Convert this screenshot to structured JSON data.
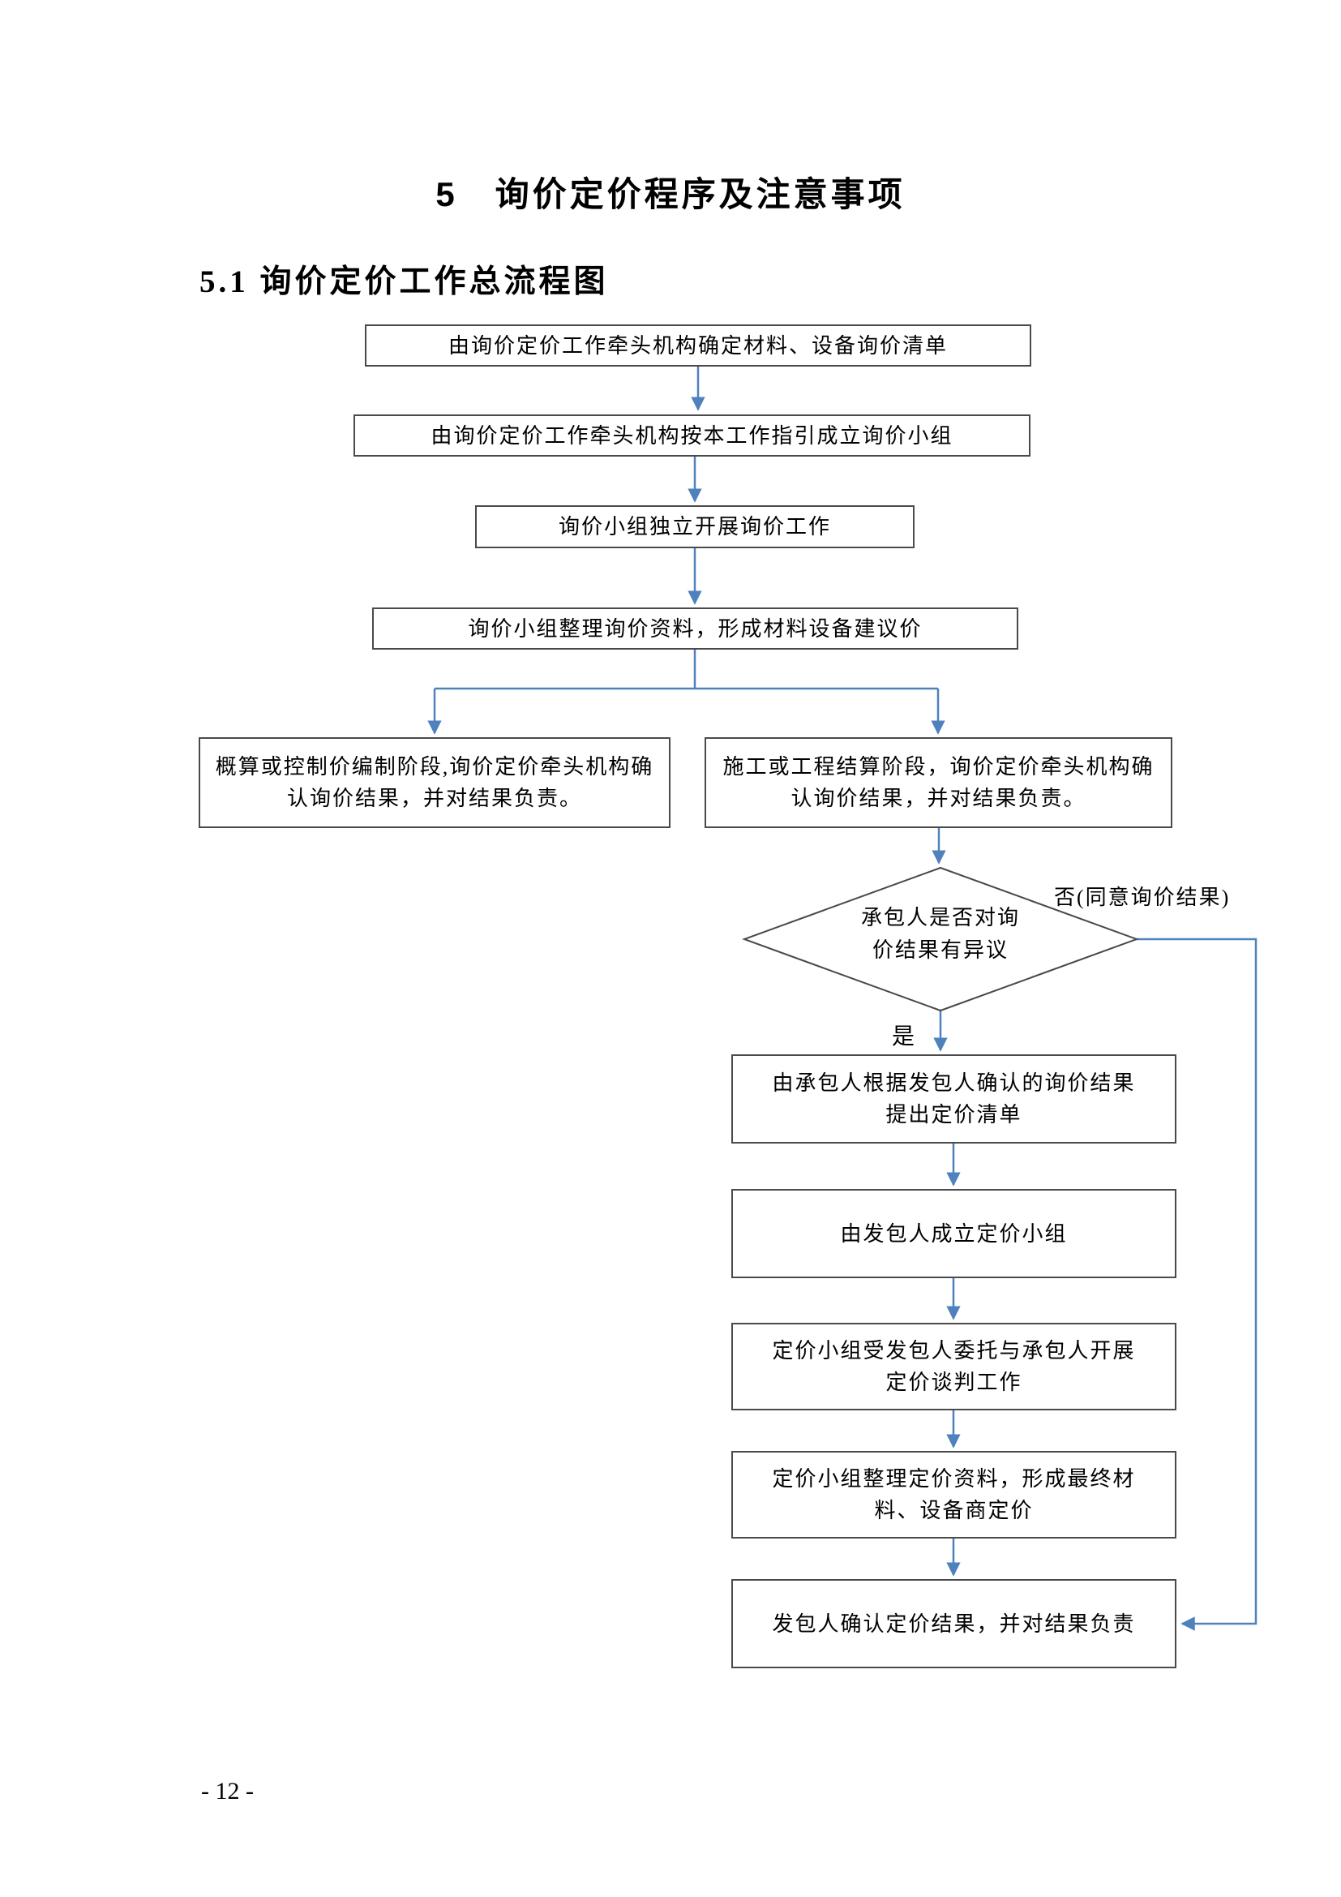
{
  "page": {
    "title": "5　询价定价程序及注意事项",
    "subtitle": "5.1 询价定价工作总流程图",
    "page_number": "- 12 -"
  },
  "flowchart": {
    "nodes": {
      "n1": "由询价定价工作牵头机构确定材料、设备询价清单",
      "n2": "由询价定价工作牵头机构按本工作指引成立询价小组",
      "n3": "询价小组独立开展询价工作",
      "n4": "询价小组整理询价资料，形成材料设备建议价",
      "n5_left": "概算或控制价编制阶段,询价定价牵头机构确认询价结果，并对结果负责。",
      "n5_right": "施工或工程结算阶段，询价定价牵头机构确认询价结果，并对结果负责。",
      "decision": "承包人是否对询价结果有异议",
      "n6": "由承包人根据发包人确认的询价结果提出定价清单",
      "n7": "由发包人成立定价小组",
      "n8": "定价小组受发包人委托与承包人开展定价谈判工作",
      "n9": "定价小组整理定价资料，形成最终材料、设备商定价",
      "n10": "发包人确认定价结果，并对结果负责"
    },
    "branch_labels": {
      "no": "否(同意询价结果)",
      "yes": "是"
    },
    "colors": {
      "arrow": "#4f81bd",
      "box_border": "#4a4a4a"
    }
  }
}
